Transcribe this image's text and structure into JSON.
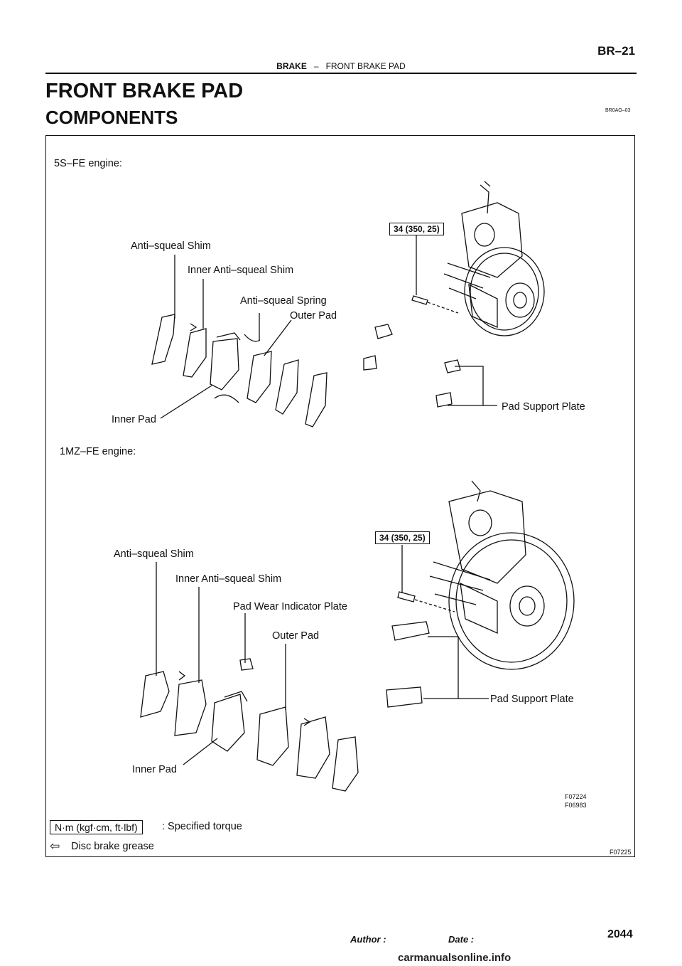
{
  "header": {
    "section": "BRAKE",
    "separator": "–",
    "subtitle": "FRONT BRAKE PAD",
    "page_code": "BR–21"
  },
  "title": "FRONT BRAKE PAD",
  "subtitle": "COMPONENTS",
  "ref_code": "BR0AO–03",
  "diagram1": {
    "engine": "5S–FE engine:",
    "torque": "34 (350, 25)",
    "labels": {
      "anti_squeal_shim": "Anti–squeal Shim",
      "inner_anti_squeal_shim": "Inner Anti–squeal Shim",
      "anti_squeal_spring": "Anti–squeal Spring",
      "outer_pad": "Outer Pad",
      "inner_pad": "Inner Pad",
      "pad_support_plate": "Pad Support Plate"
    }
  },
  "diagram2": {
    "engine": "1MZ–FE engine:",
    "torque": "34 (350, 25)",
    "labels": {
      "anti_squeal_shim": "Anti–squeal Shim",
      "inner_anti_squeal_shim": "Inner Anti–squeal Shim",
      "pad_wear_indicator_plate": "Pad Wear Indicator Plate",
      "outer_pad": "Outer Pad",
      "inner_pad": "Inner Pad",
      "pad_support_plate": "Pad Support Plate"
    }
  },
  "figure_codes": {
    "fig1": "F07224",
    "fig2": "F06983",
    "fig3": "F07225"
  },
  "legend": {
    "torque_unit": "N·m (kgf·cm, ft·lbf)",
    "torque_text": ": Specified torque",
    "grease_icon": "arrow-grease-icon",
    "grease_text": "Disc brake grease"
  },
  "footer": {
    "page_number": "2044",
    "author_label": "Author :",
    "date_label": "Date :",
    "watermark": "carmanualsonline.info"
  }
}
